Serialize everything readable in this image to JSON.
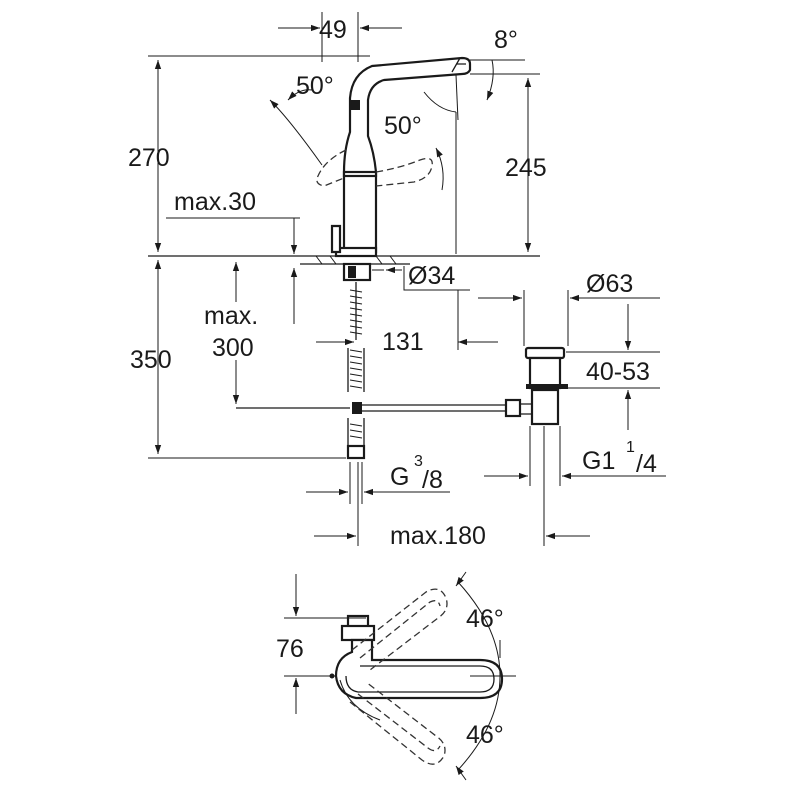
{
  "drawing": {
    "front_view": {
      "spout_width": "49",
      "spout_tilt": "8°",
      "lever_angle_left": "50°",
      "lever_angle_right": "50°",
      "total_height": "270",
      "spout_height": "245",
      "deck_thickness": "max.30",
      "hole_diameter": "Ø34",
      "under_height": "350",
      "connection_length_line1": "max.",
      "connection_length_line2": "300",
      "waste_offset": "131",
      "waste_diameter": "Ø63",
      "waste_range": "40-53",
      "inlet_thread_base": "G",
      "inlet_thread_num": "3",
      "inlet_thread_den": "/8",
      "waste_thread_base": "G1",
      "waste_thread_num": "1",
      "waste_thread_den": "/4",
      "rod_length": "max.180"
    },
    "top_view": {
      "projection": "76",
      "swivel_angle_top": "46°",
      "swivel_angle_bottom": "46°"
    }
  },
  "colors": {
    "line": "#1a1a1a",
    "background": "#ffffff"
  }
}
